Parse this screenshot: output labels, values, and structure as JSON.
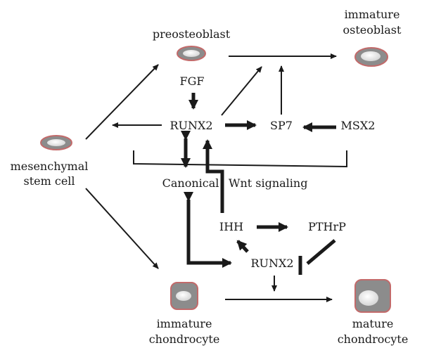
{
  "diagram": {
    "cells": {
      "msc_label": [
        "mesenchymal",
        "stem cell"
      ],
      "preosteoblast_label": "preosteoblast",
      "immature_osteoblast_label": [
        "immature",
        "osteoblast"
      ],
      "immature_chondrocyte_label": [
        "immature",
        "chondrocyte"
      ],
      "mature_chondrocyte_label": [
        "mature",
        "chondrocyte"
      ]
    },
    "factors": {
      "fgf": "FGF",
      "runx2_top": "RUNX2",
      "sp7": "SP7",
      "msx2": "MSX2",
      "canonical": "Canonical",
      "wnt": "Wnt signaling",
      "ihh": "IHH",
      "pthrp": "PTHrP",
      "runx2_bottom": "RUNX2"
    },
    "colors": {
      "ink": "#1a1a1a",
      "cell_fill": "#8c8c8c",
      "cell_border": "#c26a6a",
      "nucleus": "#f2f2f2"
    }
  }
}
